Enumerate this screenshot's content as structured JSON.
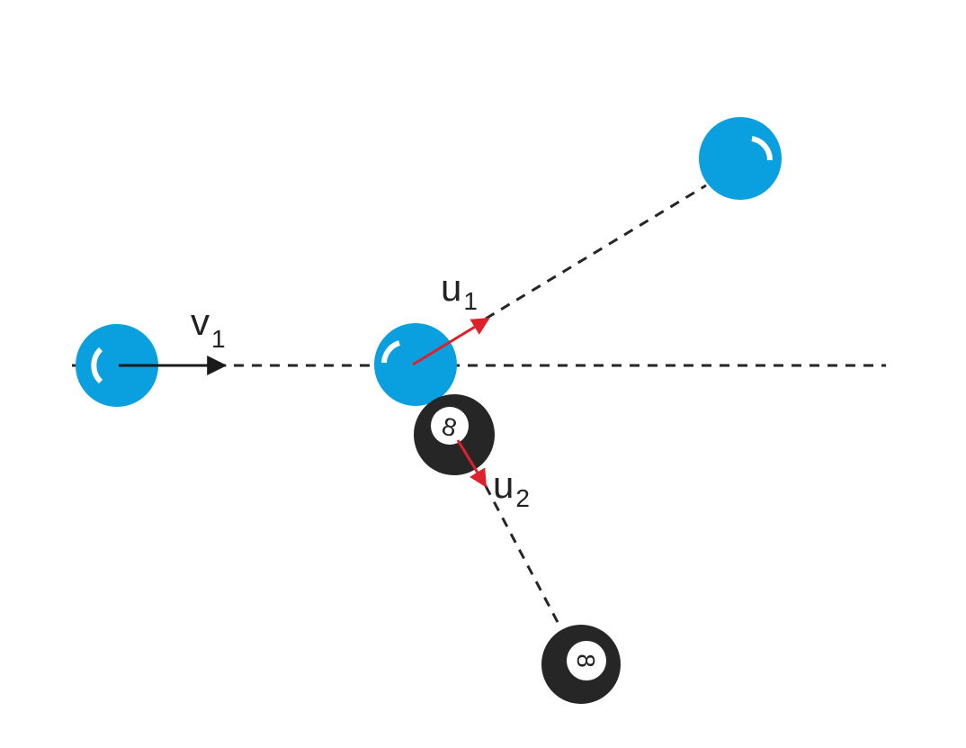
{
  "colors": {
    "cue_ball": "#0aa0df",
    "eight_ball": "#262626",
    "eight_face": "#ffffff",
    "velocity_arrow": "#1a1a1a",
    "result_arrow": "#e0202a",
    "path": "#262626",
    "background": "#ffffff"
  },
  "labels": {
    "v1": {
      "main": "v",
      "sub": "1"
    },
    "u1": {
      "main": "u",
      "sub": "1"
    },
    "u2": {
      "main": "u",
      "sub": "2"
    }
  },
  "balls": {
    "eight_ball_number": "8"
  }
}
